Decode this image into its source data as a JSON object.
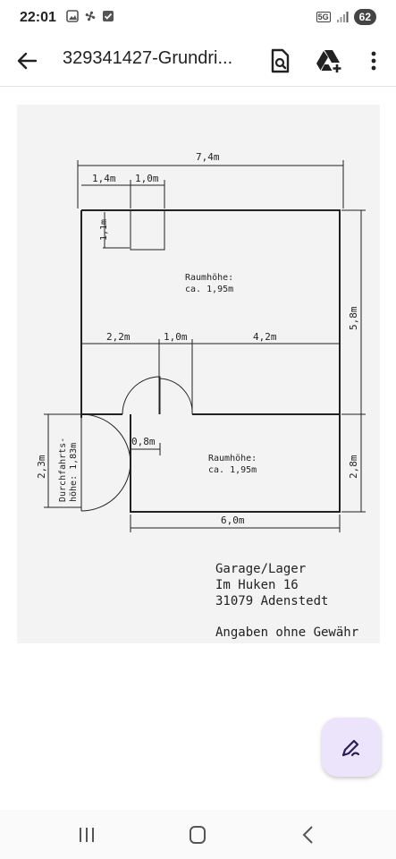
{
  "status_bar": {
    "time": "22:01",
    "network": "5G",
    "battery": "62",
    "icons": [
      "image-icon",
      "fan-icon",
      "check-box-icon",
      "signal-icon"
    ]
  },
  "app_bar": {
    "title": "329341427-Grundri...",
    "icons": [
      "back-arrow-icon",
      "search-document-icon",
      "drive-add-icon",
      "more-vert-icon"
    ]
  },
  "floor_plan": {
    "total_width": "7,4m",
    "segment_left": "1,4m",
    "segment_chimney": "1,0m",
    "chimney_height": "1,1m",
    "room1_label_line1": "Raumhöhe:",
    "room1_label_line2": "ca. 1,95m",
    "height_right_top": "5,8m",
    "seg_a": "2,2m",
    "seg_b": "1,0m",
    "seg_c": "4,2m",
    "door_width": "0,8m",
    "entrance_height": "2,3m",
    "passage_label_line1": "Durchfahrts-",
    "passage_label_line2": "höhe: 1,83m",
    "room2_label_line1": "Raumhöhe:",
    "room2_label_line2": "ca. 1,95m",
    "height_right_bottom": "2,8m",
    "bottom_width": "6,0m"
  },
  "notes": {
    "line1": "Garage/Lager",
    "line2": "Im Huken 16",
    "line3": "31079 Adenstedt",
    "disclaimer": "Angaben ohne Gewähr"
  },
  "fab": {
    "icon": "draw-icon"
  },
  "nav_bar": {
    "icons": [
      "recent-apps-icon",
      "home-icon",
      "back-icon"
    ]
  },
  "colors": {
    "accent": "#ece4fb",
    "paper": "#f3f3f3",
    "ink": "#222222"
  }
}
